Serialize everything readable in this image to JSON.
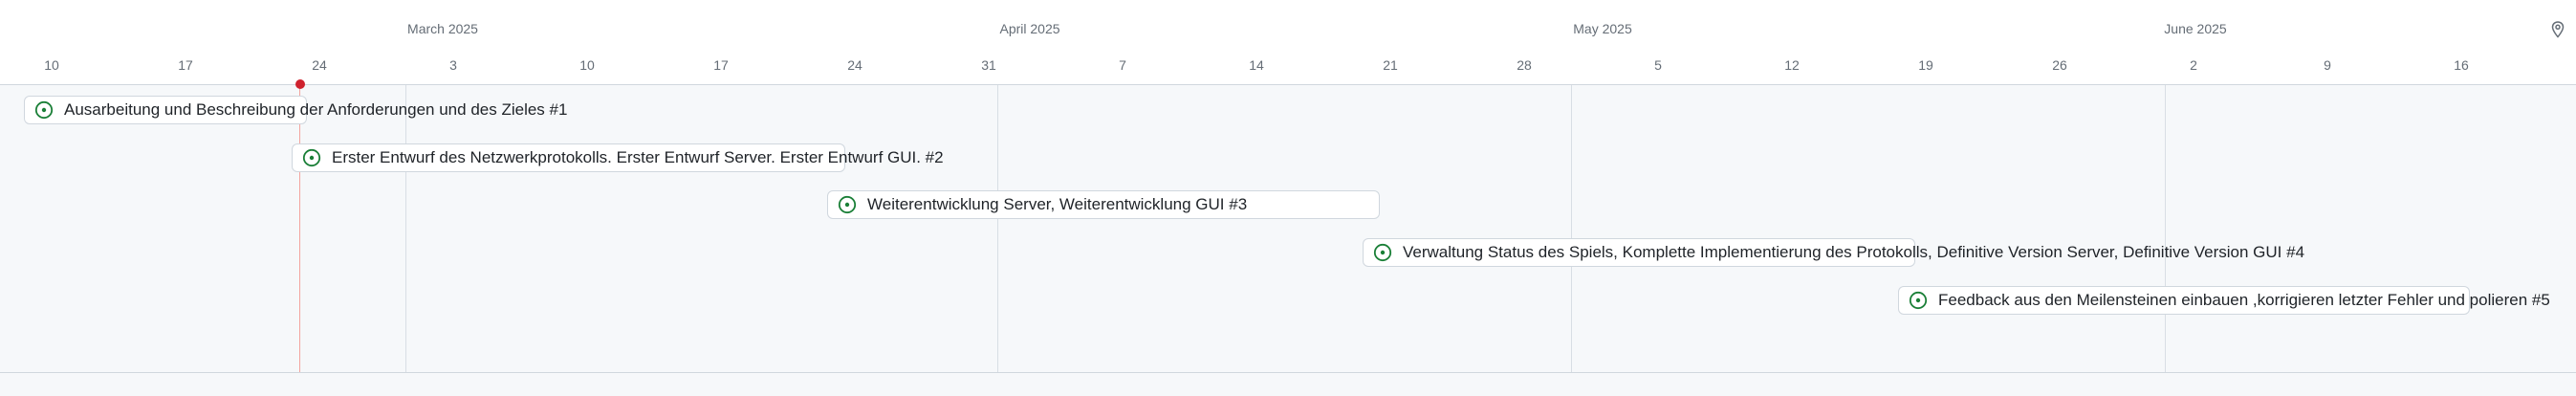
{
  "timeline": {
    "months": [
      {
        "label": "March 2025"
      },
      {
        "label": "April 2025"
      },
      {
        "label": "May 2025"
      },
      {
        "label": "June 2025"
      }
    ],
    "days": [
      "10",
      "17",
      "24",
      "3",
      "10",
      "17",
      "24",
      "31",
      "7",
      "14",
      "21",
      "28",
      "5",
      "12",
      "19",
      "26",
      "2",
      "9",
      "16"
    ],
    "today_marker": "Feb 22, 2025"
  },
  "items": [
    {
      "title": "Ausarbeitung und Beschreibung der Anforderungen und des Zieles #1",
      "status": "open",
      "start": "2025-02-08",
      "end": "2025-02-21"
    },
    {
      "title": "Erster Entwurf des Netzwerkprotokolls. Erster Entwurf Server. Erster Entwurf GUI. #2",
      "status": "open",
      "start": "2025-02-22",
      "end": "2025-03-21"
    },
    {
      "title": "Weiterentwicklung Server, Weiterentwicklung GUI #3",
      "status": "open",
      "start": "2025-03-22",
      "end": "2025-04-18"
    },
    {
      "title": "Verwaltung Status des Spiels, Komplette Implementierung des Protokolls, Definitive Version Server, Definitive Version GUI #4",
      "status": "open",
      "start": "2025-04-19",
      "end": "2025-05-16"
    },
    {
      "title": "Feedback aus den Meilensteinen einbauen ,korrigieren letzter Fehler und polieren #5",
      "status": "open",
      "start": "2025-05-17",
      "end": "2025-06-13"
    }
  ],
  "colors": {
    "open_issue": "#1a7f37",
    "today": "#cf222e",
    "body_background": "#f6f8fa"
  },
  "icons": {
    "item": "issue-opened-icon",
    "corner": "map-pin-icon"
  }
}
